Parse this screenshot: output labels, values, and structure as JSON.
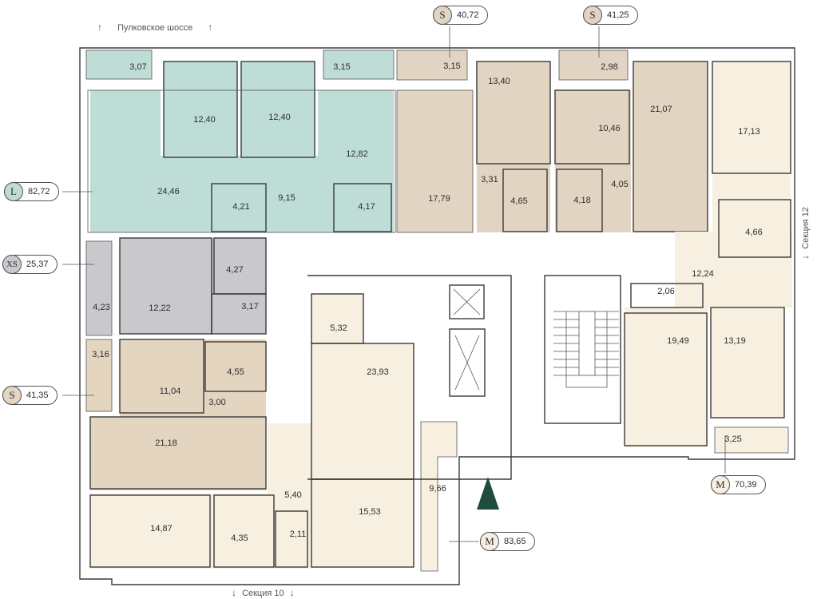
{
  "labels": {
    "top_street": "Пулковское шоссе",
    "bottom_section": "Секция 10",
    "right_section": "Секция 12",
    "arrow_up": "↑",
    "arrow_down": "↓"
  },
  "colors": {
    "L": "#bfddd7",
    "S": "#e2d4c2",
    "XS": "#c9c8cc",
    "M": "#f7f0e0",
    "compass": "#1e4d3c"
  },
  "units": [
    {
      "size": "L",
      "area": "82,72",
      "rooms": [
        "3,07",
        "12,40",
        "12,40",
        "3,15",
        "12,82",
        "24,46",
        "9,15",
        "4,21",
        "4,17"
      ]
    },
    {
      "size": "S",
      "area": "40,72",
      "rooms": [
        "3,15",
        "13,40",
        "17,79",
        "3,31",
        "4,65"
      ]
    },
    {
      "size": "S",
      "area": "41,25",
      "rooms": [
        "2,98",
        "10,46",
        "21,07",
        "4,18",
        "4,05"
      ]
    },
    {
      "size": "M",
      "area": "70,39",
      "rooms": [
        "17,13",
        "4,66",
        "12,24",
        "2,06",
        "19,49",
        "13,19",
        "3,25"
      ]
    },
    {
      "size": "XS",
      "area": "25,37",
      "rooms": [
        "4,23",
        "12,22",
        "4,27",
        "3,17"
      ]
    },
    {
      "size": "S",
      "area": "41,35",
      "rooms": [
        "3,16",
        "11,04",
        "4,55",
        "3,00",
        "21,18"
      ]
    },
    {
      "size": "M",
      "area": "83,65",
      "rooms": [
        "5,32",
        "23,93",
        "5,40",
        "14,87",
        "4,35",
        "2,11",
        "15,53",
        "9,66"
      ]
    }
  ]
}
